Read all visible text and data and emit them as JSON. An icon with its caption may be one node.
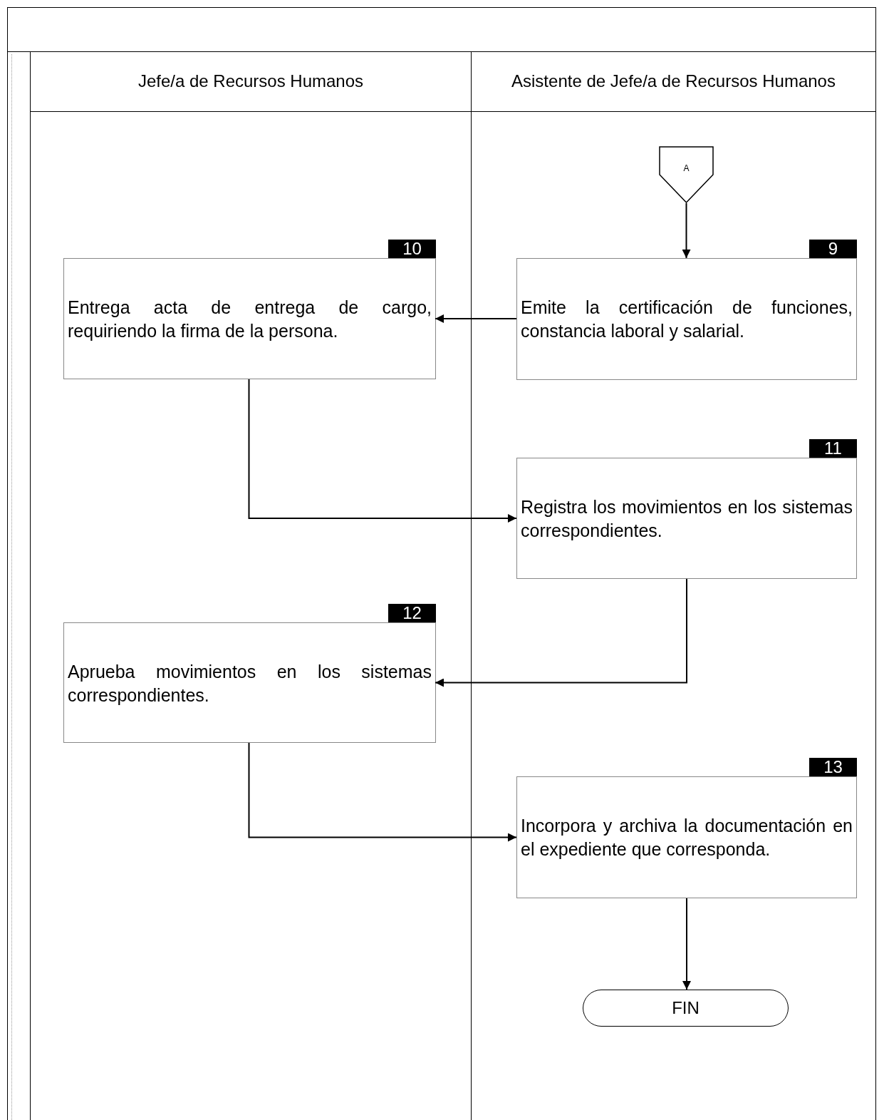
{
  "diagram": {
    "nodes": [
      {
        "text": [
          "Jefe/a de Recursos Humanos"
        ]
      },
      {
        "text": [
          "Asistente de Jefe/a de Recursos Humanos"
        ]
      },
      {
        "text": [
          "A"
        ],
        "in": 1
      },
      {
        "text": [
          "Emite la certificación de funciones, constancia laboral y salarial."
        ],
        "beside": [
          "9"
        ],
        "in": 1
      },
      {
        "text": [
          "Entrega acta de entrega de cargo, requiriendo la firma de la persona."
        ],
        "beside": [
          "10"
        ],
        "in": 0
      },
      {
        "text": [
          "Registra los movimientos en los sistemas correspondientes."
        ],
        "beside": [
          "11"
        ],
        "in": 1
      },
      {
        "text": [
          "Aprueba movimientos en los sistemas correspondientes."
        ],
        "beside": [
          "12"
        ],
        "in": 0
      },
      {
        "text": [
          "Incorpora y archiva la documentación en el expediente que corresponda."
        ],
        "beside": [
          "13"
        ],
        "in": 1
      },
      {
        "text": [
          "FIN"
        ],
        "in": 1
      }
    ],
    "edges": [
      {
        "from": 2,
        "to": 3,
        "arrow": "to"
      },
      {
        "from": 3,
        "to": 4,
        "arrow": "to"
      },
      {
        "from": 4,
        "to": 5,
        "arrow": "to"
      },
      {
        "from": 5,
        "to": 6,
        "arrow": "to"
      },
      {
        "from": 6,
        "to": 7,
        "arrow": "to"
      },
      {
        "from": 7,
        "to": 8,
        "arrow": "to"
      }
    ]
  }
}
